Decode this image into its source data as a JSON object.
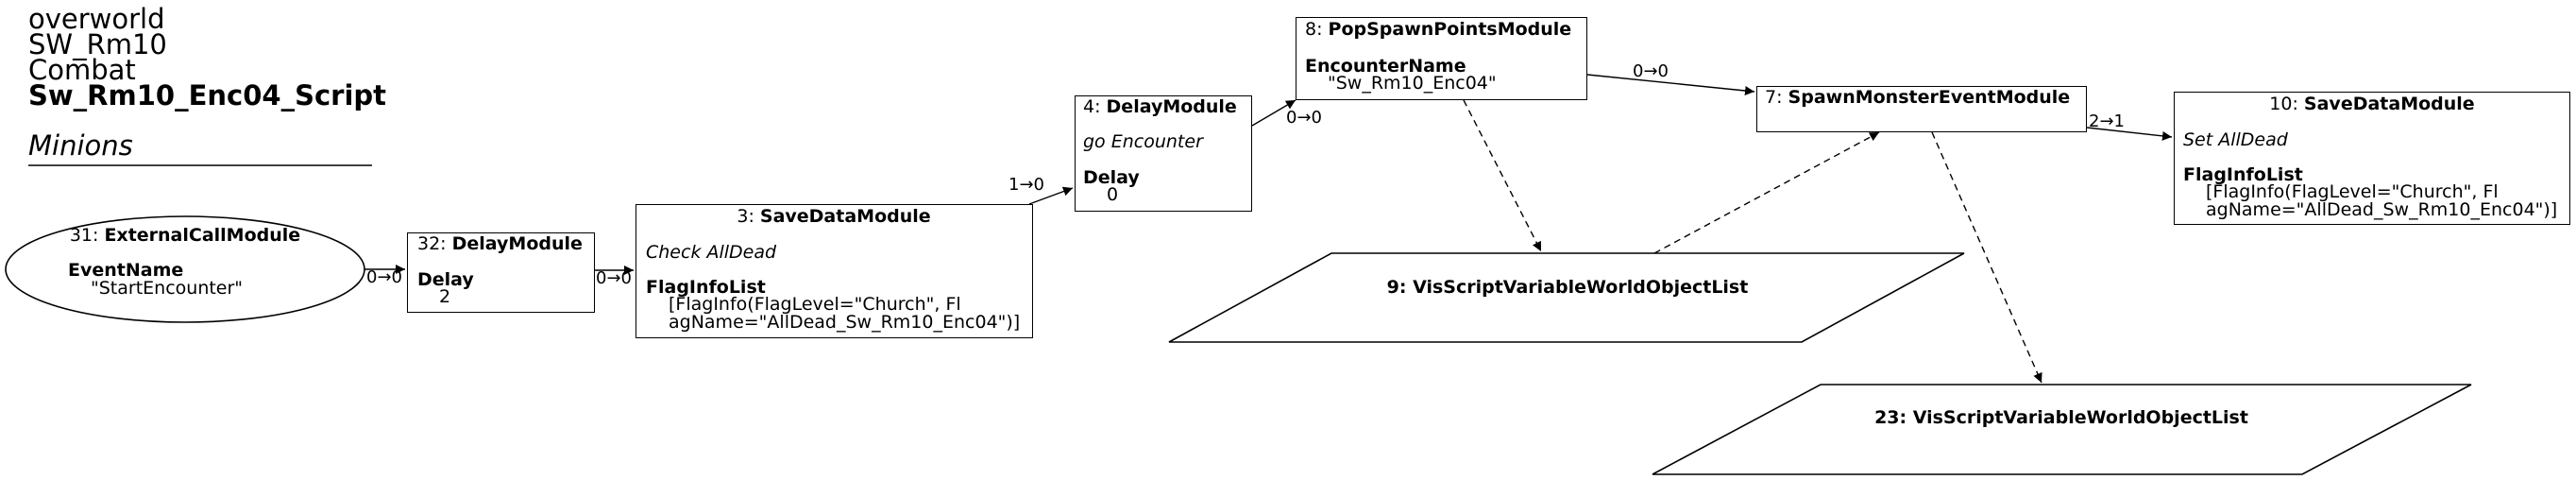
{
  "header": {
    "line1": "overworld",
    "line2": "SW_Rm10",
    "line3": "Combat",
    "script_name": "Sw_Rm10_Enc04_Script",
    "group": "Minions"
  },
  "nodes": {
    "n31": {
      "num": "31: ",
      "type": "ExternalCallModule",
      "param_name": "EventName",
      "param_value": "\"StartEncounter\""
    },
    "n32": {
      "num": "32: ",
      "type": "DelayModule",
      "param_name": "Delay",
      "param_value": "2"
    },
    "n3": {
      "num": "3: ",
      "type": "SaveDataModule",
      "comment": "Check AllDead",
      "param_name": "FlagInfoList",
      "param_value_1": "[FlagInfo(FlagLevel=\"Church\", Fl",
      "param_value_2": "agName=\"AllDead_Sw_Rm10_Enc04\")]"
    },
    "n4": {
      "num": "4: ",
      "type": "DelayModule",
      "comment": "go Encounter",
      "param_name": "Delay",
      "param_value": "0"
    },
    "n8": {
      "num": "8: ",
      "type": "PopSpawnPointsModule",
      "param_name": "EncounterName",
      "param_value": "\"Sw_Rm10_Enc04\""
    },
    "n7": {
      "num": "7: ",
      "type": "SpawnMonsterEventModule"
    },
    "n10": {
      "num": "10: ",
      "type": "SaveDataModule",
      "comment": "Set AllDead",
      "param_name": "FlagInfoList",
      "param_value_1": "[FlagInfo(FlagLevel=\"Church\", Fl",
      "param_value_2": "agName=\"AllDead_Sw_Rm10_Enc04\")]"
    },
    "n9": {
      "label": "9: VisScriptVariableWorldObjectList"
    },
    "n23": {
      "label": "23: VisScriptVariableWorldObjectList"
    }
  },
  "edges": {
    "e31_32": "0→0",
    "e32_3": "0→0",
    "e3_4": "1→0",
    "e4_8": "0→0",
    "e8_7": "0→0",
    "e7_10": "2→1"
  }
}
